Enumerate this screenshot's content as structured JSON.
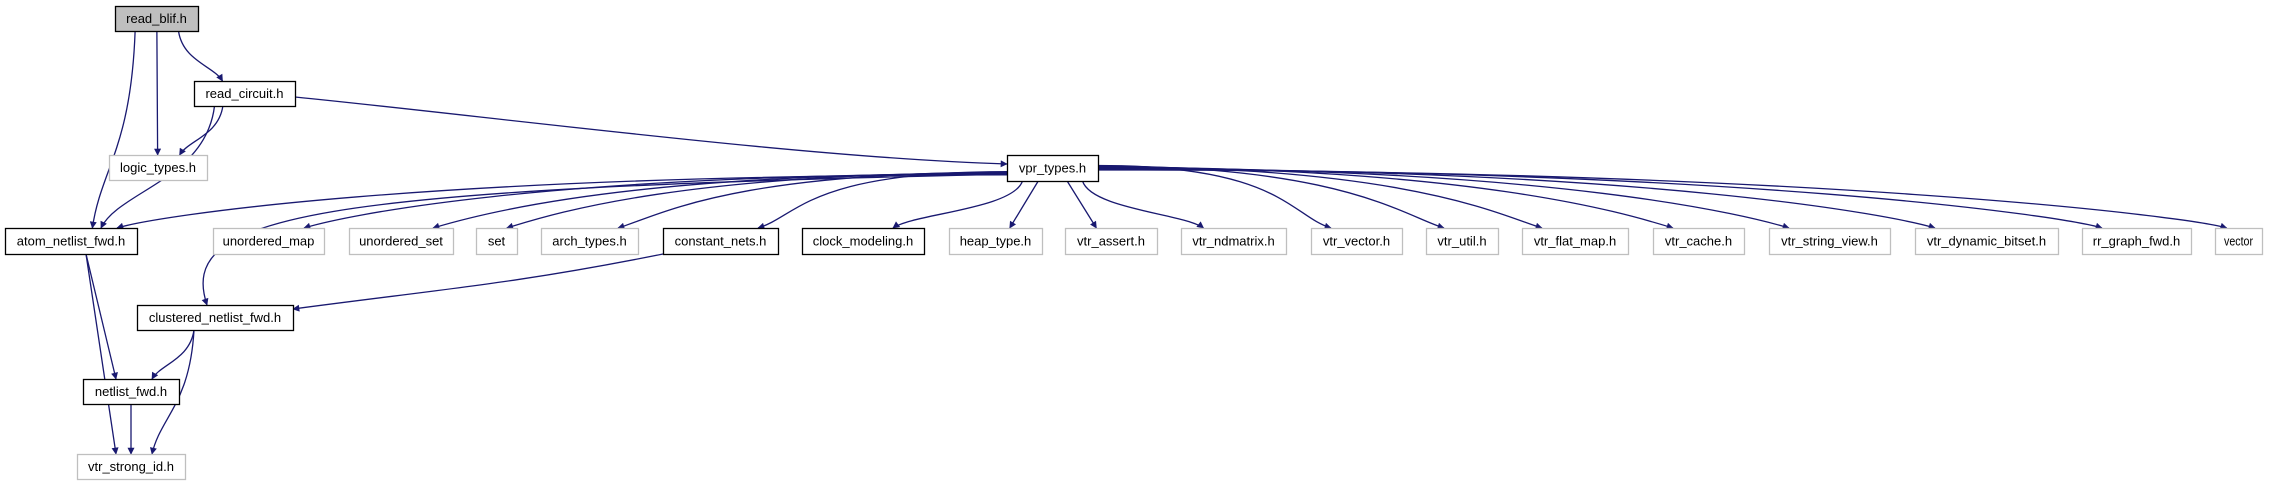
{
  "graph": {
    "colors": {
      "edge": "#191970",
      "root_fill": "#bfbfbf",
      "documented_border": "#000000",
      "external_border": "#bfbfbf"
    },
    "nodes": [
      {
        "id": "read_blif",
        "label": "read_blif.h",
        "kind": "root"
      },
      {
        "id": "read_circuit",
        "label": "read_circuit.h",
        "kind": "documented"
      },
      {
        "id": "logic_types",
        "label": "logic_types.h",
        "kind": "external"
      },
      {
        "id": "vpr_types",
        "label": "vpr_types.h",
        "kind": "documented"
      },
      {
        "id": "atom_netlist_fwd",
        "label": "atom_netlist_fwd.h",
        "kind": "documented"
      },
      {
        "id": "unordered_map",
        "label": "unordered_map",
        "kind": "external"
      },
      {
        "id": "unordered_set",
        "label": "unordered_set",
        "kind": "external"
      },
      {
        "id": "set",
        "label": "set",
        "kind": "external"
      },
      {
        "id": "arch_types",
        "label": "arch_types.h",
        "kind": "external"
      },
      {
        "id": "constant_nets",
        "label": "constant_nets.h",
        "kind": "documented"
      },
      {
        "id": "clock_modeling",
        "label": "clock_modeling.h",
        "kind": "documented"
      },
      {
        "id": "heap_type",
        "label": "heap_type.h",
        "kind": "external"
      },
      {
        "id": "vtr_assert",
        "label": "vtr_assert.h",
        "kind": "external"
      },
      {
        "id": "vtr_ndmatrix",
        "label": "vtr_ndmatrix.h",
        "kind": "external"
      },
      {
        "id": "vtr_vector",
        "label": "vtr_vector.h",
        "kind": "external"
      },
      {
        "id": "vtr_util",
        "label": "vtr_util.h",
        "kind": "external"
      },
      {
        "id": "vtr_flat_map",
        "label": "vtr_flat_map.h",
        "kind": "external"
      },
      {
        "id": "vtr_cache",
        "label": "vtr_cache.h",
        "kind": "external"
      },
      {
        "id": "vtr_string_view",
        "label": "vtr_string_view.h",
        "kind": "external"
      },
      {
        "id": "vtr_dynamic_bitset",
        "label": "vtr_dynamic_bitset.h",
        "kind": "external"
      },
      {
        "id": "rr_graph_fwd",
        "label": "rr_graph_fwd.h",
        "kind": "external"
      },
      {
        "id": "vector",
        "label": "vector",
        "kind": "external"
      },
      {
        "id": "clustered_netlist_fwd",
        "label": "clustered_netlist_fwd.h",
        "kind": "documented"
      },
      {
        "id": "netlist_fwd",
        "label": "netlist_fwd.h",
        "kind": "documented"
      },
      {
        "id": "vtr_strong_id",
        "label": "vtr_strong_id.h",
        "kind": "external"
      }
    ],
    "edges": [
      [
        "read_blif",
        "read_circuit"
      ],
      [
        "read_blif",
        "logic_types"
      ],
      [
        "read_blif",
        "atom_netlist_fwd"
      ],
      [
        "read_circuit",
        "logic_types"
      ],
      [
        "read_circuit",
        "atom_netlist_fwd"
      ],
      [
        "read_circuit",
        "vpr_types"
      ],
      [
        "vpr_types",
        "atom_netlist_fwd"
      ],
      [
        "vpr_types",
        "unordered_map"
      ],
      [
        "vpr_types",
        "unordered_set"
      ],
      [
        "vpr_types",
        "set"
      ],
      [
        "vpr_types",
        "arch_types"
      ],
      [
        "vpr_types",
        "constant_nets"
      ],
      [
        "vpr_types",
        "clock_modeling"
      ],
      [
        "vpr_types",
        "clustered_netlist_fwd"
      ],
      [
        "vpr_types",
        "heap_type"
      ],
      [
        "vpr_types",
        "vtr_assert"
      ],
      [
        "vpr_types",
        "vtr_ndmatrix"
      ],
      [
        "vpr_types",
        "vtr_vector"
      ],
      [
        "vpr_types",
        "vtr_util"
      ],
      [
        "vpr_types",
        "vtr_flat_map"
      ],
      [
        "vpr_types",
        "vtr_cache"
      ],
      [
        "vpr_types",
        "vtr_string_view"
      ],
      [
        "vpr_types",
        "vtr_dynamic_bitset"
      ],
      [
        "vpr_types",
        "rr_graph_fwd"
      ],
      [
        "vpr_types",
        "vector"
      ],
      [
        "constant_nets",
        "clustered_netlist_fwd"
      ],
      [
        "atom_netlist_fwd",
        "netlist_fwd"
      ],
      [
        "atom_netlist_fwd",
        "vtr_strong_id"
      ],
      [
        "clustered_netlist_fwd",
        "netlist_fwd"
      ],
      [
        "clustered_netlist_fwd",
        "vtr_strong_id"
      ],
      [
        "netlist_fwd",
        "vtr_strong_id"
      ]
    ]
  }
}
